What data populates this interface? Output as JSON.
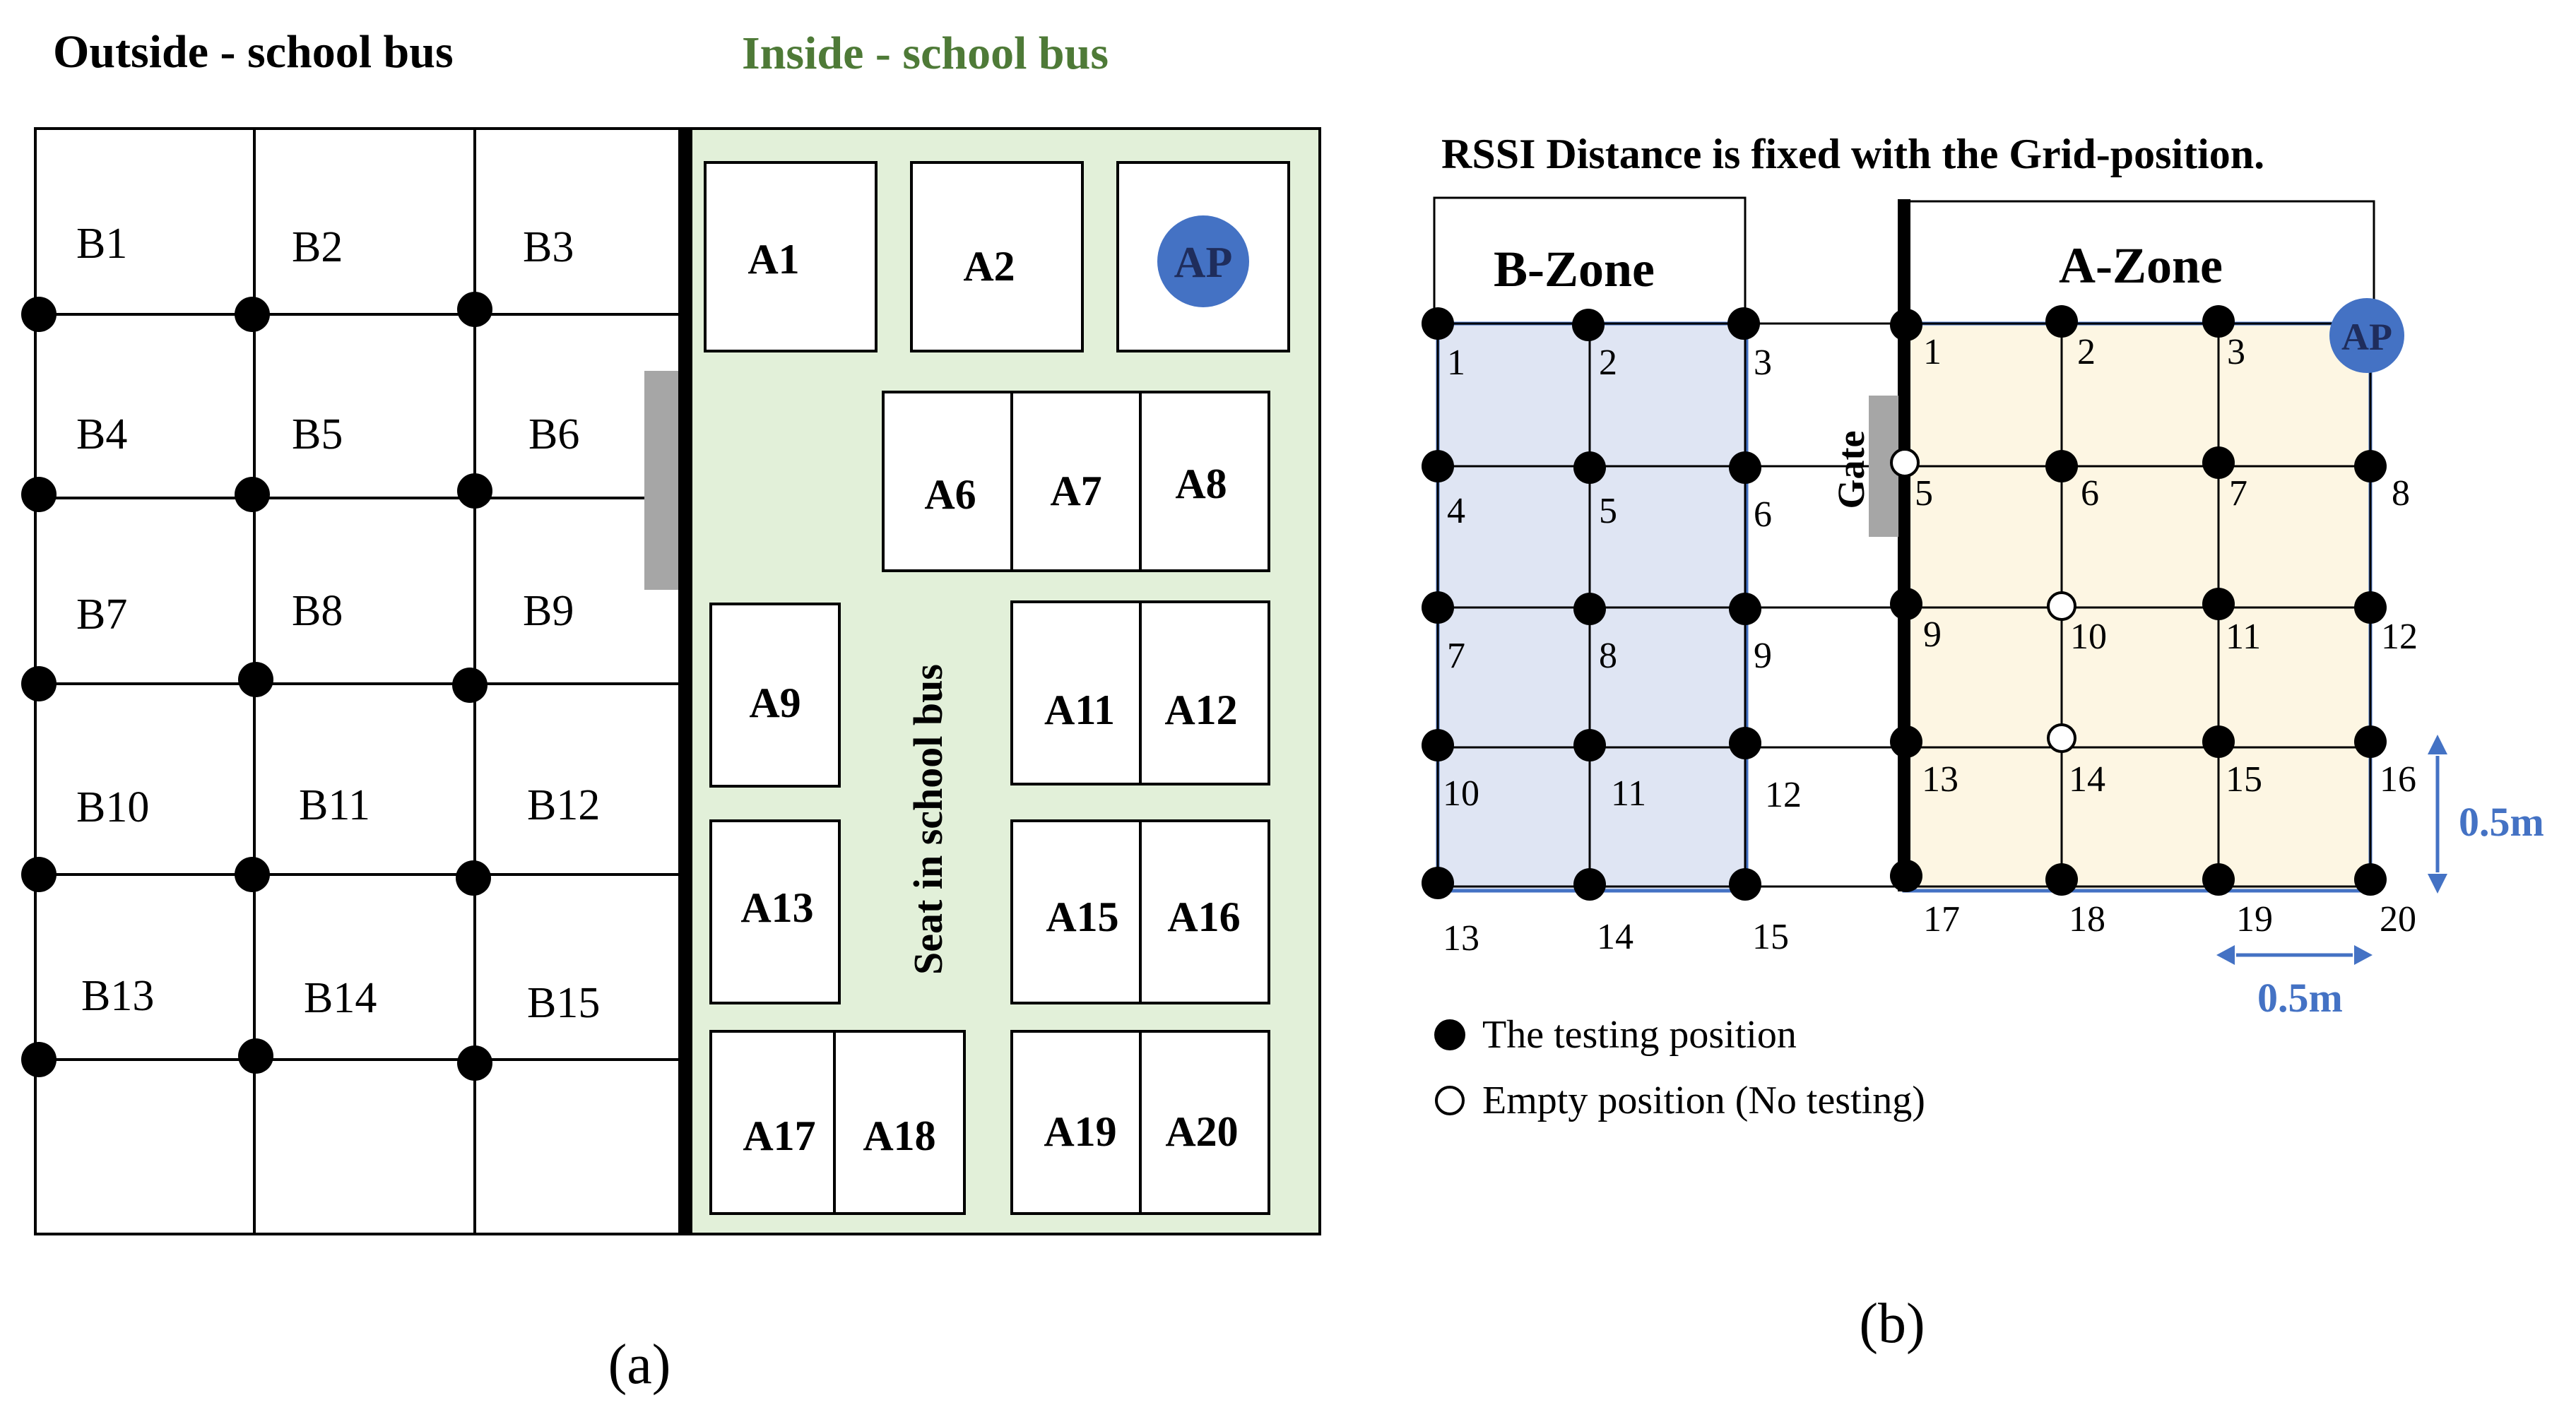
{
  "panel_a": {
    "outside_title": "Outside - school bus",
    "inside_title": "Inside - school bus",
    "outside_cells": [
      "B1",
      "B2",
      "B3",
      "B4",
      "B5",
      "B6",
      "B7",
      "B8",
      "B9",
      "B10",
      "B11",
      "B12",
      "B13",
      "B14",
      "B15"
    ],
    "seats": [
      "A1",
      "A2",
      "A6",
      "A7",
      "A8",
      "A9",
      "A11",
      "A12",
      "A13",
      "A15",
      "A16",
      "A17",
      "A18",
      "A19",
      "A20"
    ],
    "ap_label": "AP",
    "vertical_label": "Seat in school bus",
    "caption": "(a)"
  },
  "panel_b": {
    "title": "RSSI Distance is fixed with the Grid-position.",
    "b_zone_label": "B-Zone",
    "a_zone_label": "A-Zone",
    "gate_label": "Gate",
    "ap_label": "AP",
    "b_points": [
      "1",
      "2",
      "3",
      "4",
      "5",
      "6",
      "7",
      "8",
      "9",
      "10",
      "11",
      "12",
      "13",
      "14",
      "15"
    ],
    "a_points": [
      "1",
      "2",
      "3",
      "5",
      "6",
      "7",
      "8",
      "9",
      "10",
      "11",
      "12",
      "13",
      "14",
      "15",
      "16",
      "17",
      "18",
      "19",
      "20"
    ],
    "vertical_dimension": "0.5m",
    "horizontal_dimension": "0.5m",
    "legend": {
      "testing": "The testing position",
      "empty": "Empty position (No testing)"
    },
    "caption": "(b)"
  },
  "colors": {
    "inside_bg": "#e2f0d9",
    "inside_title": "#4e7a37",
    "b_zone_fill": "#dfe5f3",
    "a_zone_fill": "#fdf6e3",
    "zone_border": "#4472c4",
    "ap_fill": "#4472c4",
    "dimension": "#4472c4",
    "gate_bar": "#a6a6a6"
  }
}
